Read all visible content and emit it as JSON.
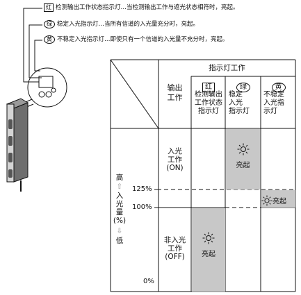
{
  "legend": {
    "red": {
      "tag": "红",
      "text": "检测输出工作状态指示灯…当检测输出工作与遮光状态相符时，亮起。"
    },
    "green": {
      "tag": "绿",
      "text": "稳定入光指示灯…当所有信道的入光量充分时，亮起。"
    },
    "yellow": {
      "tag": "黄",
      "text": "不稳定入光指示灯…即使只有一个信道的入光量不充分时，亮起。"
    }
  },
  "table": {
    "indicator_header": "指示灯工作",
    "output_header": "输出\n工作",
    "col_red": {
      "badge": "红",
      "label": "检测输出\n工作状态\n指示灯"
    },
    "col_green": {
      "badge": "绿",
      "label": "稳定\n入光\n指示灯"
    },
    "col_yellow": {
      "badge": "黄",
      "label": "不稳定\n入光指\n示灯"
    },
    "row_on": "入光\n工作\n(ON)",
    "row_off": "非入光\n工作\n(OFF)",
    "lit": "亮起",
    "axis": {
      "high": "高",
      "label": "入\n光\n量\n(%)",
      "low": "低"
    },
    "levels": [
      "125%",
      "100%",
      "0%"
    ]
  }
}
